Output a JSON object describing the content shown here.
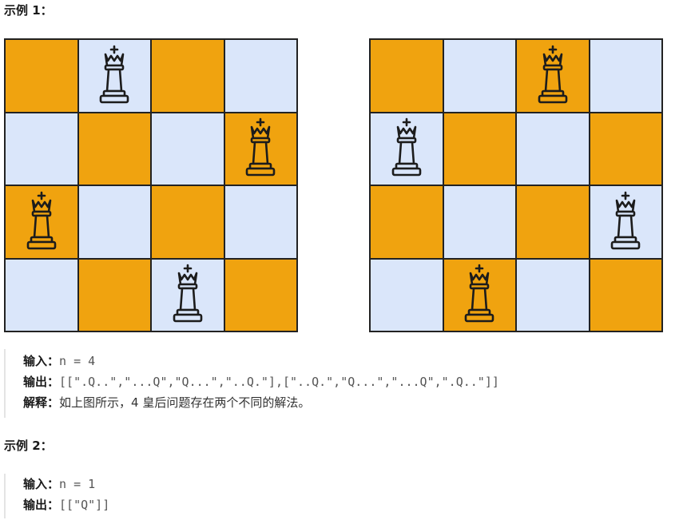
{
  "example1": {
    "heading": "示例 1：",
    "boards": [
      {
        "queens": [
          1,
          3,
          0,
          2
        ]
      },
      {
        "queens": [
          2,
          0,
          3,
          1
        ]
      }
    ],
    "input_label": "输入：",
    "input_value": "n = 4",
    "output_label": "输出：",
    "output_value": "[[\".Q..\",\"...Q\",\"Q...\",\"..Q.\"],[\"..Q.\",\"Q...\",\"...Q\",\".Q..\"]]",
    "explain_label": "解释：",
    "explain_value": "如上图所示，4 皇后问题存在两个不同的解法。"
  },
  "example2": {
    "heading": "示例 2：",
    "input_label": "输入：",
    "input_value": "n = 1",
    "output_label": "输出：",
    "output_value": "[[\"Q\"]]"
  },
  "colors": {
    "dark_square": "#f0a30f",
    "light_square": "#dae6fa"
  }
}
